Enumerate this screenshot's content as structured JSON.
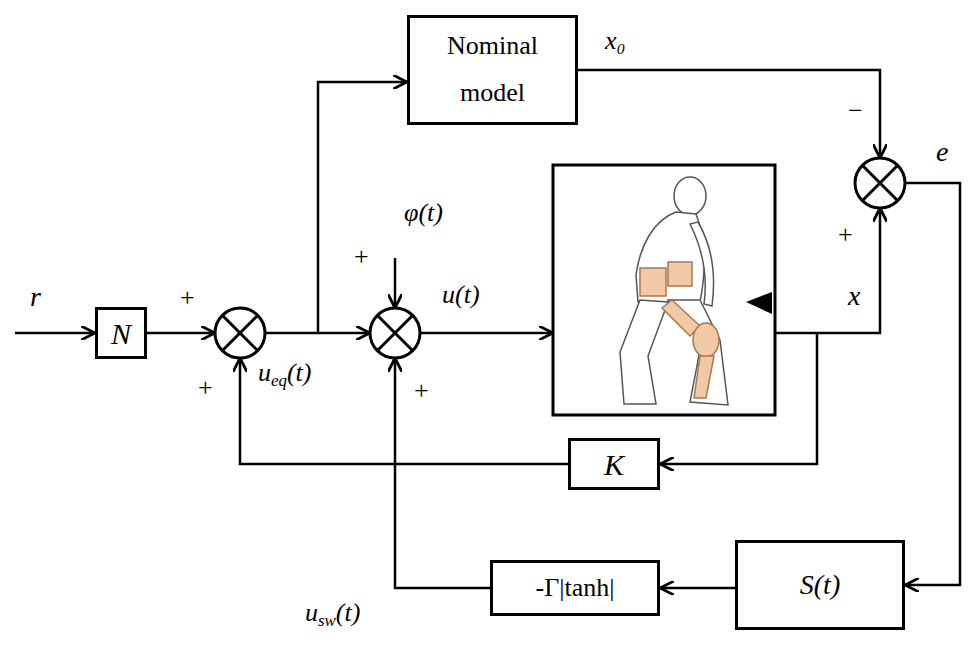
{
  "diagram": {
    "nodes": [
      {
        "text": [
          "N"
        ]
      },
      {
        "text": [
          "Nominal model"
        ]
      },
      {
        "text": [
          "K"
        ]
      },
      {
        "text": [
          "-Γ|tanh|"
        ]
      },
      {
        "text": [
          "S(t)"
        ]
      }
    ],
    "edges": [
      {
        "from": 4,
        "to": 3,
        "arrow": "to"
      }
    ],
    "labels": [
      "r",
      "+",
      "+",
      "x₀",
      "−",
      "e",
      "φ(t)",
      "+",
      "u(t)",
      "+",
      "x",
      "+",
      "ueq(t)",
      "usw(t)"
    ]
  }
}
